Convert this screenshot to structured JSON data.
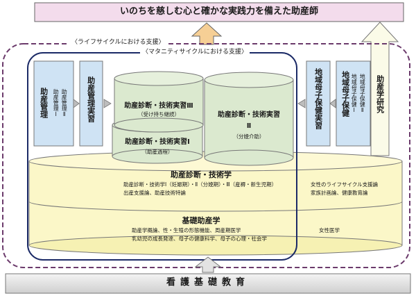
{
  "title": "いのちを慈しむ心と確かな実践力を備えた助産師",
  "frames": {
    "lifecycle": "〈ライフサイクルにおける支援〉",
    "maternity": "〈マタニティサイクルにおける支援〉"
  },
  "left": {
    "col1": {
      "big": "助産管理",
      "small1": "助産管理Ⅰ",
      "small2": "助産管理Ⅱ"
    },
    "col2": "助産管理実習"
  },
  "right": {
    "col1": "地域母子保健実習",
    "col2": {
      "big": "地域母子保健",
      "small1": "地域母子保健Ⅰ",
      "small2": "地域母子保健Ⅱ"
    },
    "research": "助産学研究"
  },
  "cylinders": {
    "iii": {
      "title": "助産診断・技術実習Ⅲ",
      "sub": "（受け持ち継続）"
    },
    "i": {
      "title": "助産診断・技術実習Ⅰ",
      "sub": "（助産過程）"
    },
    "ii": {
      "title": "助産診断・技術実習",
      "num": "Ⅱ",
      "sub": "（分娩介助）"
    }
  },
  "diag": {
    "title": "助産診断・技術学",
    "line1": "助産診断・技術学Ⅰ（妊娠期）・Ⅱ（分娩期）・Ⅲ（産褥・新生児期）",
    "line2": "出産支援論、助産技術特論",
    "right1": "女性のライフサイクル支援論",
    "right2": "家族計画論、健康教育論"
  },
  "basic": {
    "title": "基礎助産学",
    "line1": "助産学概論、性・生殖の形態機能、周産期医学",
    "line2": "乳幼児の成長発達、母子の健康科学、母子の心理・社会学",
    "right": "女性医学"
  },
  "foundation": "看護基礎教育",
  "colors": {
    "blue_fill": "#cfe3f4",
    "green_fill": "#dbe9cf",
    "yellow_fill": "#fbf7c8",
    "pink_fill": "#f3dcec",
    "orange_fill": "#f6cf95",
    "gray_fill": "#e3e3e3",
    "frame_purple": "#6b3a6b",
    "frame_navy": "#1b2a66"
  }
}
